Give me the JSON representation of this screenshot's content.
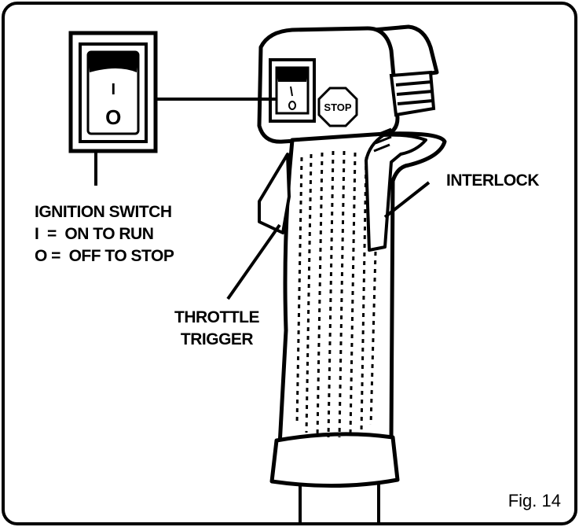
{
  "figure_label": "Fig. 14",
  "ignition": {
    "title": "IGNITION SWITCH",
    "line_on": "I  =  ON TO RUN",
    "line_off": "O =  OFF TO STOP",
    "switch_on_mark": "I",
    "switch_off_mark": "O"
  },
  "stop_button_label": "STOP",
  "interlock_label": "INTERLOCK",
  "throttle": {
    "line1": "THROTTLE",
    "line2": "TRIGGER"
  },
  "colors": {
    "ink": "#000000",
    "paper": "#ffffff"
  }
}
